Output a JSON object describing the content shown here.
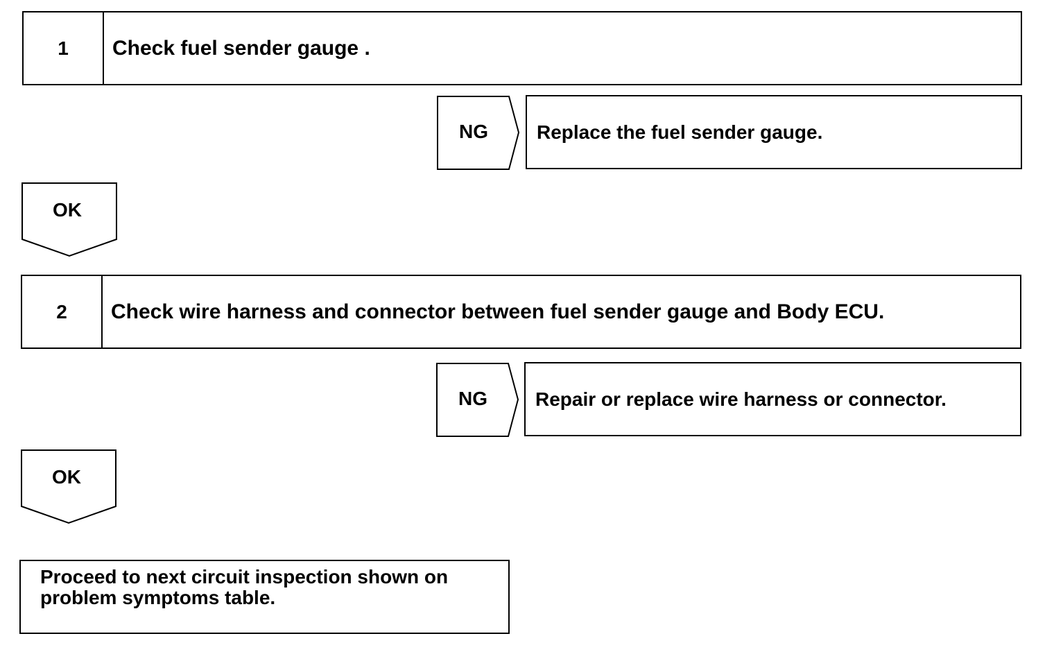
{
  "steps": [
    {
      "number": "1",
      "text": "Check fuel sender gauge .",
      "ng_label": "NG",
      "ng_action": "Replace the fuel sender gauge.",
      "ok_label": "OK"
    },
    {
      "number": "2",
      "text": "Check wire harness and connector between fuel sender gauge and Body ECU.",
      "ng_label": "NG",
      "ng_action": "Repair or replace wire harness or connector.",
      "ok_label": "OK"
    }
  ],
  "final": {
    "line1": "Proceed to next circuit inspection shown on",
    "line2": "problem symptoms table."
  }
}
